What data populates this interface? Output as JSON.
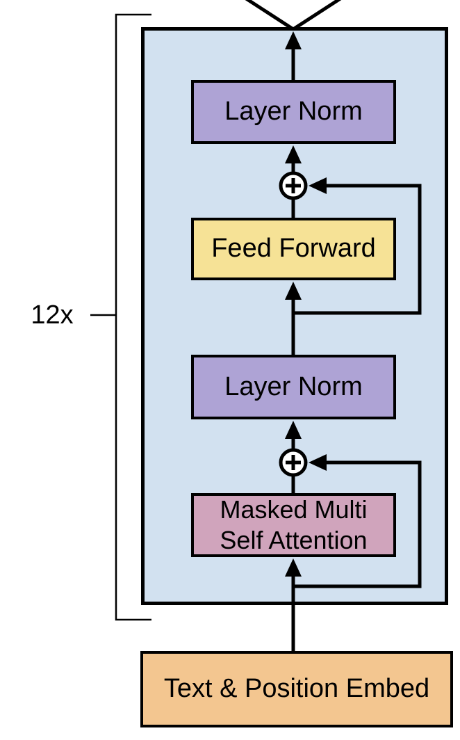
{
  "repeat_label": "12x",
  "blocks": {
    "layer_norm_top": "Layer Norm",
    "feed_forward": "Feed Forward",
    "layer_norm_bottom": "Layer Norm",
    "attention": "Masked Multi\nSelf Attention",
    "embed": "Text & Position Embed"
  },
  "icons": {
    "add_symbol": "+"
  },
  "colors": {
    "background": "#ffffff",
    "container_fill": "#d2e1f0",
    "layer_norm_fill": "#aea3d5",
    "feed_forward_fill": "#f6e296",
    "attention_fill": "#d0a4bc",
    "embed_fill": "#f3c690",
    "line": "#000000",
    "add_circle_fill": "#ffffff"
  }
}
